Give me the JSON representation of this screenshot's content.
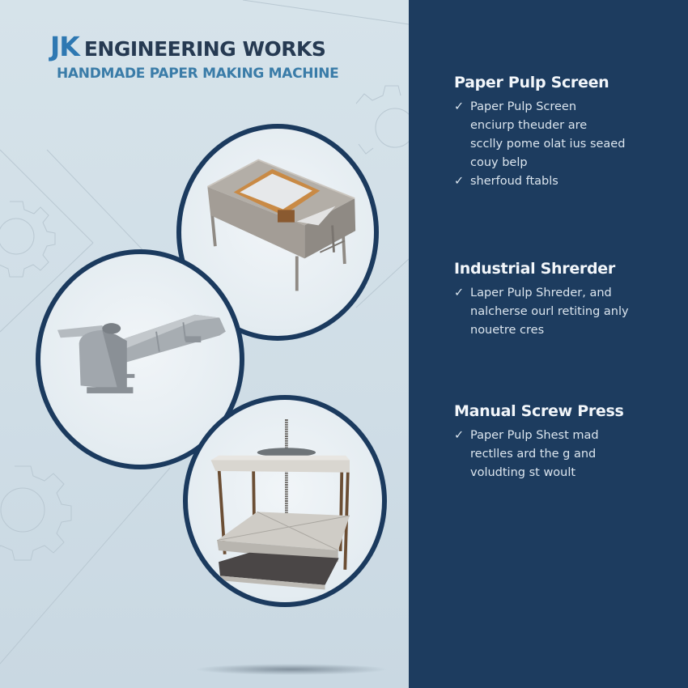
{
  "brand": {
    "logo_mark": "JK",
    "company_name": "ENGINEERING WORKS",
    "subtitle": "HANDMADE PAPER MAKING MACHINE",
    "colors": {
      "logo_mark": "#2e78b2",
      "company_name": "#263a52",
      "subtitle": "#3a7ca8"
    }
  },
  "theme": {
    "left_background": "#d3e0e8",
    "right_panel": "#1d3c5f",
    "circle_border": "#1b3a5e",
    "text_light": "#e6eef5"
  },
  "products": [
    {
      "title": "Paper Pulp Screen",
      "image_icon": "pulp-screen-vat-image",
      "lines": [
        {
          "check": true,
          "text": "Paper Pulp Screen"
        },
        {
          "check": false,
          "text": "enciurp theuder are"
        },
        {
          "check": false,
          "text": "scclly pome olat ius seaed"
        },
        {
          "check": false,
          "text": "couy belp"
        },
        {
          "check": true,
          "text": "sherfoud ftabls"
        }
      ]
    },
    {
      "title": "Industrial Shrerder",
      "image_icon": "industrial-shredder-image",
      "lines": [
        {
          "check": true,
          "text": "Laper Pulp Shreder, and"
        },
        {
          "check": false,
          "text": "nalcherse ourl retiting anly"
        },
        {
          "check": false,
          "text": "nouetre cres"
        }
      ]
    },
    {
      "title": "Manual Screw Press",
      "image_icon": "manual-screw-press-image",
      "lines": [
        {
          "check": true,
          "text": "Paper Pulp Shest mad"
        },
        {
          "check": false,
          "text": "rectlles ard the g and"
        },
        {
          "check": false,
          "text": "voludting st woult"
        }
      ]
    }
  ],
  "check_glyph": "✓"
}
